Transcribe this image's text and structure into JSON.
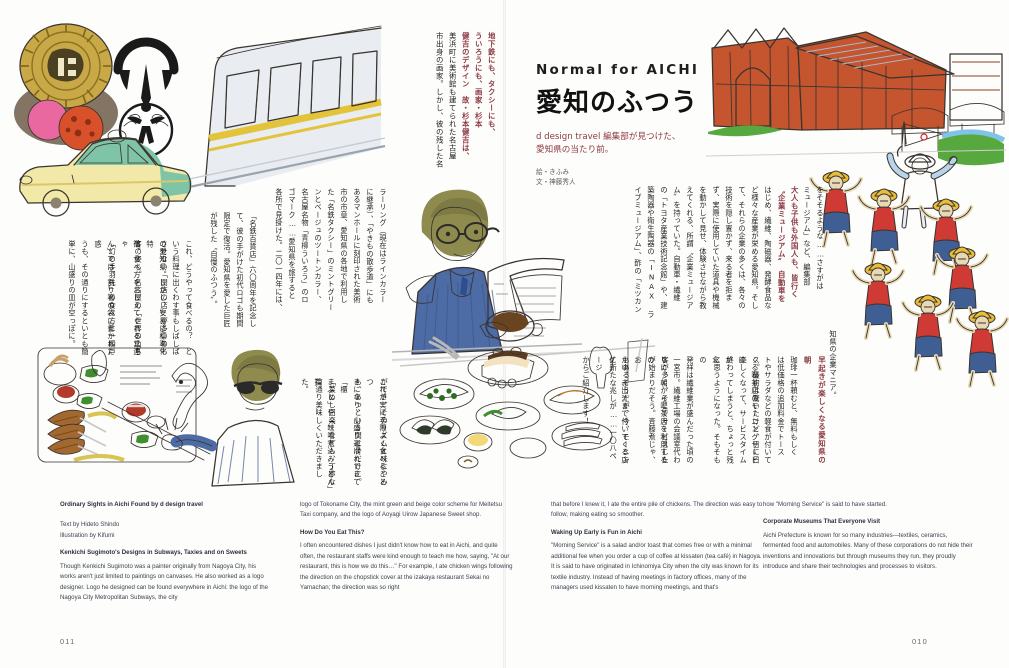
{
  "publication": {
    "spread_title_en": "Normal for AICHI",
    "spread_title_jp": "愛知のふつう",
    "subtitle_jp": "d design travel 編集部が見つけた、\n愛知県の当たり前。",
    "credit_illustration_jp": "絵・きふみ",
    "credit_text_jp": "文・神藤秀人",
    "folio_left": "011",
    "folio_right": "010"
  },
  "colors": {
    "accent_maroon": "#8d3a44",
    "ink": "#3a3430",
    "paper": "#fdfdfb",
    "body_text": "#3b4250",
    "taxi_mint": "#7fc4a6",
    "taxi_beige": "#f2e9a8",
    "brick_red": "#c4552e",
    "roof_blue": "#b9c9de",
    "hat_yellow": "#e8bd3a",
    "vest_red": "#cf3b34",
    "pants_blue": "#3f5e93",
    "grass_green": "#57a83f",
    "flag_red": "#cc2229"
  },
  "japanese_body": {
    "headline_1": "地下鉄にも、タクシーにも、ういろうにも、画家・杉本健吉のデザイン",
    "col_01": "地下鉄にも、タクシーにも、",
    "col_02": "ういろうにも、画家・杉本",
    "col_03": "健吉のデザイン　故・杉本健吉は、",
    "col_04": "美浜町に美術館も建てられた名古屋",
    "col_05": "市出身の画家。しかし、彼の残した名",
    "col_06": "ラーリング（現在はラインカラー",
    "col_07": "に継承）、「やきもの散歩道」にも",
    "col_08": "あるマンホールに刻印された美術",
    "col_09": "市の市章、愛知県の各地で利用し",
    "col_10": "た「名鉄タクシー」のミントグリー",
    "col_11": "ンとベージュのツートンカラー、",
    "col_12": "名古屋名物「青柳ういろう」のロ",
    "col_13": "ゴマーク……愛知県を旅すると",
    "col_14": "各所で見掛けた。二〇一四年には、",
    "col_15": "「名鉄百貨店」六〇周年を記念し",
    "col_16": "て、彼の手がけた初代ロゴも期間",
    "col_17": "限定で復活。愛知県を愛した巨匠",
    "col_18": "が残した〝自慢のふつう〟。",
    "col_19": "これ、どうやって食べるの？　と",
    "col_20": "いう料理に出くわす事もしばしば",
    "col_21": "の愛知県。しかし、安易に標準化",
    "col_22": "させない「閉店の店」が多いのも特",
    "col_23": "徴。食べ方をおしえてくれる常連",
    "col_24": "客の姿も。名古屋の「世界の山ちゃ",
    "col_25": "ん」では、割り箸の袋に書かれた",
    "col_26": "「幻の手羽先」の食べ方に一瞬戸惑",
    "col_27": "うも、その通りにするといとも簡",
    "col_28": "単に、山盛りの皿が空っぽに。",
    "col_29": "これが実に手際よく食べること",
    "col_30": "ができ、そのリズムと味にやみつ",
    "col_31": "きになり、山盛り運ばれてきて",
    "col_32": "も、あっという間に骨だけに。「櫃",
    "col_33": "まぶし」や「味噌煮込みうどん」",
    "col_34": "「菜めし田楽」なども、丁寧な指",
    "col_35": "南通り美味しくいただきました。",
    "col_36": "大人も子供も外国人も、皆行く",
    "col_37": "〝企業ミュージアム〟　自動車を",
    "col_38": "はじめ、繊維、陶磁器、発酵食品な",
    "col_39": "ど様々な産業が栄める愛知県。そし",
    "col_40": "て、それらの企業の多くは、各々の",
    "col_41": "技術を隠し置かず、来る者を拒ま",
    "col_42": "ず、実際に使用していた道具や機械",
    "col_43": "を動かして見せ、体験させながら教",
    "col_44": "えてくれる、所謂〝企業ミュージア",
    "col_45": "ム〟を持っていた。自動車・繊維",
    "col_46": "の「トヨタ産業技術記念館」や、建",
    "col_47": "築陶器や衛生陶器の「INAX ラ",
    "col_48": "イブミュージアム」、酢の「ミツカン",
    "col_49": "ミュージアム」など、編集部",
    "col_50": "をそそるような……さすがは",
    "col_51": "知県の企業マニア。",
    "col_52": "早起きが楽しくなる愛知県の朝",
    "col_53": "珈琲一杯頼むと、無料もしく",
    "col_54": "は低価格の追加料金でトース",
    "col_55": "トやサラダなどの軽食が付いて",
    "col_56": "くる喫茶店のモーニングサービ",
    "col_57": "ス。最初は驚いたけど、日に日に",
    "col_58": "楽しくなって、サービスタイムが",
    "col_59": "終わってしまうと、ちょっと残念",
    "col_60": "に思うようになった。そもそもの",
    "col_61": "発祥は繊維業が盛んだった頃の",
    "col_62": "一宮市。繊維工場の会議室代わ",
    "col_63": "りに、朝から喫茶店を利用する",
    "col_64": "客が多く、そこでサービスしたの",
    "col_65": "が始まりだそう。斉藤煮じゃ、お",
    "col_66": "かゆ、赤出汁まで付いてくる店",
    "col_67": "もあるそうだが、今、モーニング",
    "col_68": "に新たな兆しが……一〇八ページ",
    "col_69": "からご紹介します！"
  },
  "footer_en": {
    "col1": {
      "title": "Ordinary Sights in Aichi Found by d design travel",
      "credit_text": "Text by Hideto Shindo",
      "credit_illustration": "Illustration by Kifumi",
      "heading1": "Kenkichi Sugimoto's Designs in Subways, Taxies and on Sweets",
      "body1": "Though Kenkichi Sugimoto was a painter originally from Nagoya City, his works aren't just limited to paintings on canvases. He also worked as a logo designer. Logo he designed can be found everywhere in Aichi: the logo of the Nagoya City Metropolitan Subways, the city"
    },
    "col2": {
      "body1_cont": "logo of Tokoname City, the mint green and beige color scheme for Meitetsu Taxi company, and the logo of Aoyagi Uirow Japanese Sweet shop.",
      "heading2": "How Do You Eat This?",
      "body2": "I often encountered dishes I just didn't know how to eat in Aichi, and quite often, the restaurant staffs were kind enough to teach me how, saying, \"At our restaurant, this is how we do this…\" For example, I ate chicken wings following the direction on the chopstick cover at the izakaya restaurant Sekai no Yamachan; the direction was so right"
    },
    "col3": {
      "body2_cont": "that before I knew it, I ate the entire pile of chickens. The direction was easy to follow, making eating so smoother.",
      "heading3": "Waking Up Early is Fun in Aichi",
      "body3": "\"Morning Service\" is a salad and/or toast that comes free or with a minimal additional fee when you order a cup of coffee at kissaten (tea café) in Nagoya. It is said to have originated in Ichinomiya City when the city was known for its textile industry. Instead of having meetings in factory offices, many of the managers used kissaten to have morning meetings, and that's"
    },
    "col4": {
      "body3_cont": "how \"Morning Service\" is said to have started.",
      "heading4": "Corporate Museums That Everyone Visit",
      "body4": "Aichi Prefecture is known for so many industries—textiles, ceramics, fermented food and automobiles. Many of these corporations do not hide their inventions and innovations but through museums they run, they proudly introduce and share their technologies and processes to visitors."
    }
  },
  "illustrations": {
    "manhole": "tokoname-manhole-cover",
    "sweets": "uirou-sweets",
    "subway_logo": "nagoya-subway-logo",
    "train": "subway-train",
    "taxi": "meitetsu-taxi",
    "museum": "toyota-commemorative-museum",
    "flag_guide": "tour-guide-with-flag",
    "children": "schoolchildren-yellow-hats",
    "newspaper_man": "man-reading-newspaper-with-coffee",
    "morning_set": "morning-service-food-set",
    "eel_man": "man-with-chopsticks-and-eel",
    "menu_board": "restaurant-menu-board"
  }
}
